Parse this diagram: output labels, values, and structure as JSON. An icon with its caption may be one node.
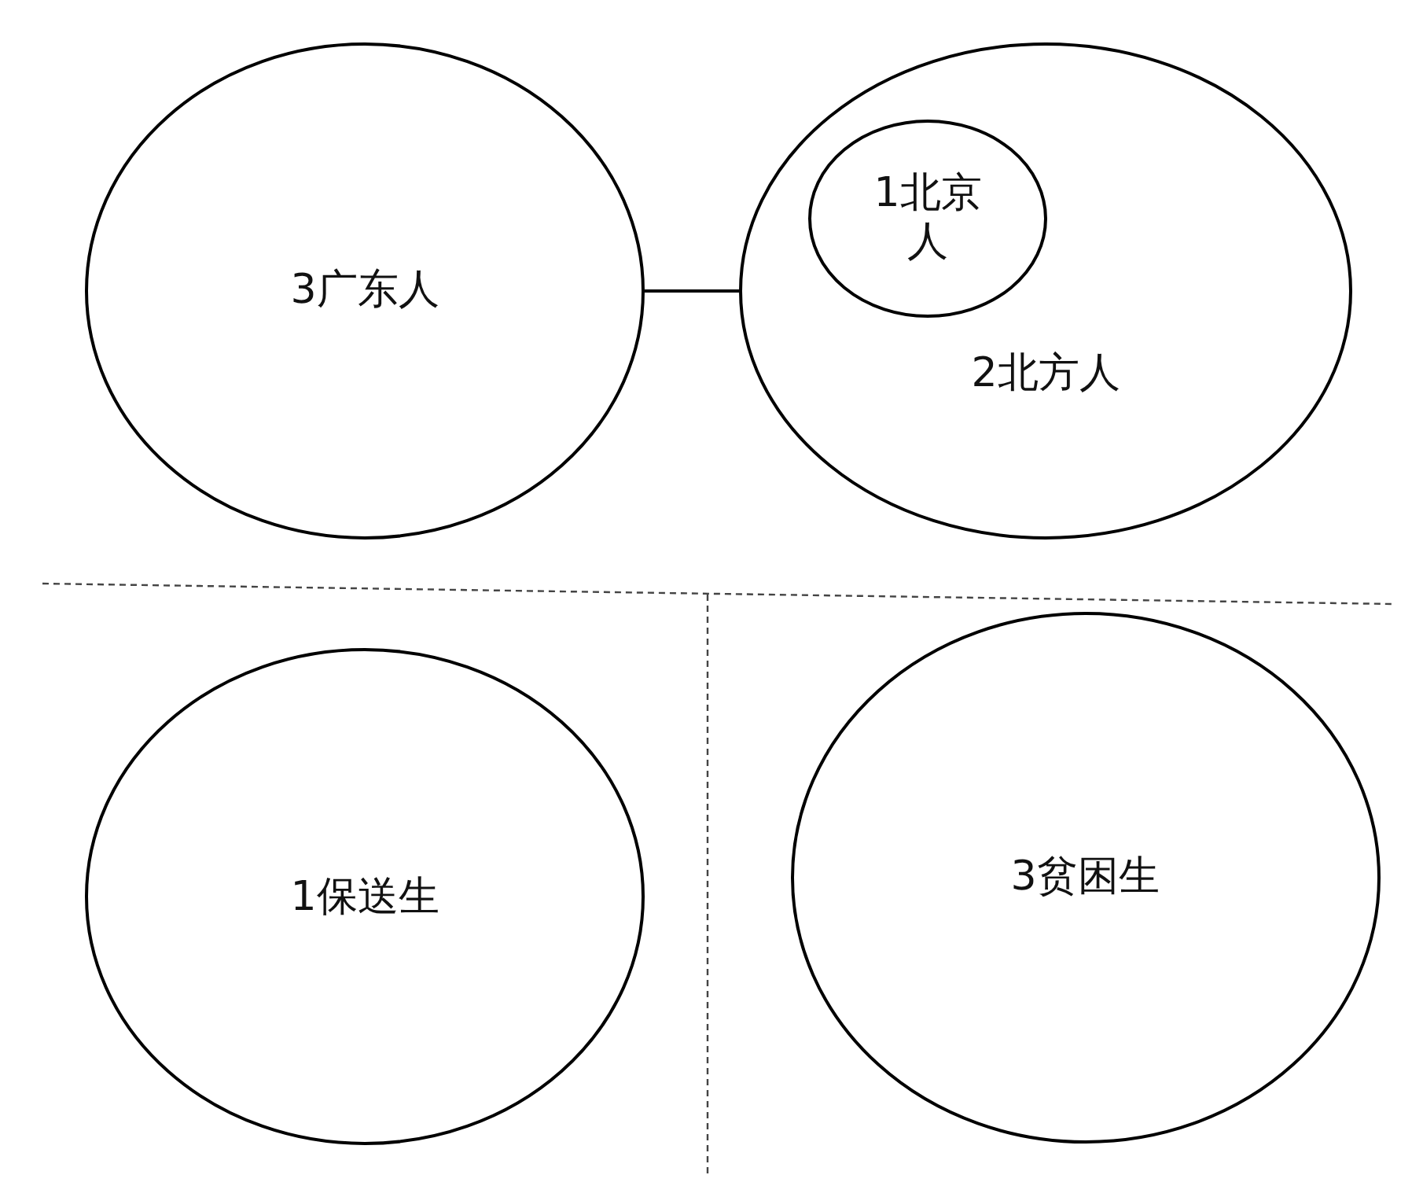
{
  "diagram": {
    "nodes": [
      {
        "text": [
          "3广东人"
        ]
      },
      {
        "text": [
          "2北方人"
        ]
      },
      {
        "text": [
          "1北京人"
        ],
        "in": 1
      },
      {
        "text": [
          "1保送生"
        ]
      },
      {
        "text": [
          "3贫困生"
        ]
      }
    ],
    "edges": [
      {
        "from": 0,
        "to": 1,
        "arrow": "none"
      }
    ]
  }
}
